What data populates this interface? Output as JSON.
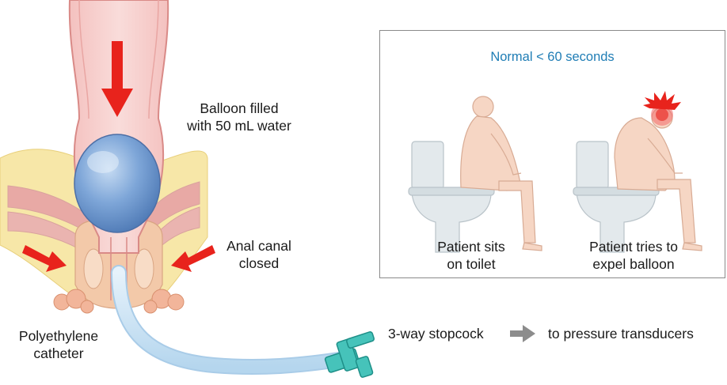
{
  "balloon_label": {
    "line1": "Balloon filled",
    "line2": "with 50 mL water"
  },
  "anal_canal_label": {
    "line1": "Anal canal",
    "line2": "closed"
  },
  "catheter_label": {
    "line1": "Polyethylene",
    "line2": "catheter"
  },
  "stopcock_label": "3-way stopcock",
  "transducer_label": "to pressure transducers",
  "panel": {
    "title": "Normal < 60 seconds",
    "caption_sits": {
      "line1": "Patient sits",
      "line2": "on toilet"
    },
    "caption_tries": {
      "line1": "Patient tries to",
      "line2": "expel balloon"
    }
  },
  "colors": {
    "accent_blue": "#1f7db5",
    "arrow_red": "#e8231c",
    "tissue_pink": "#f2b8b5",
    "balloon_blue": "#6f9bd2",
    "fat_yellow": "#f7e39a",
    "tube": "#cfe6f6",
    "stopcock_teal": "#3cbcb4"
  }
}
